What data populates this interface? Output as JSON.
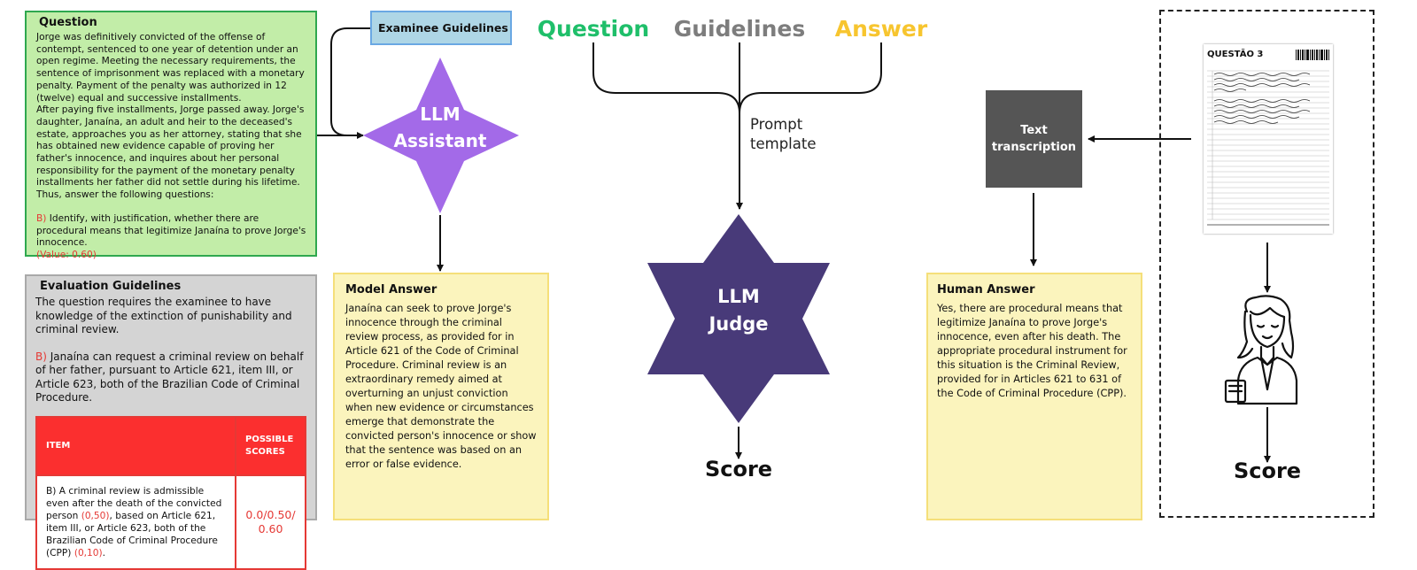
{
  "question": {
    "title": "Question",
    "text": "Jorge was definitively convicted of the offense of contempt, sentenced to one year of detention under an open regime. Meeting the necessary requirements, the sentence of imprisonment was replaced with a monetary penalty. Payment of the penalty was authorized in 12 (twelve) equal and successive installments.",
    "text2": "After paying five installments, Jorge passed away. Jorge's daughter, Janaína, an adult and heir to the deceased's estate, approaches you as her attorney, stating that she has obtained new evidence capable of proving her father's innocence, and inquires about her personal responsibility for the payment of the monetary penalty installments her father did not settle during his lifetime.",
    "text3": "Thus, answer the following questions:",
    "item_marker": "B)",
    "item_text": " Identify, with justification, whether there are procedural means that legitimize Janaína to prove Jorge's innocence.",
    "value_note": "(Value: 0.60)"
  },
  "examinee_guidelines": "Examinee Guidelines",
  "llm_assistant": [
    "LLM",
    "Assistant"
  ],
  "evaluation": {
    "title": "Evaluation Guidelines",
    "text": "The question requires the examinee to have knowledge of the extinction of punishability and criminal review.",
    "item_marker": "B)",
    "item_text": " Janaína can request a criminal review on behalf of her father, pursuant to Article 621, item III, or Article 623, both of the Brazilian Code of Criminal Procedure.",
    "table": {
      "col_item": "ITEM",
      "col_scores": "POSSIBLE SCORES",
      "row_a": "B) A criminal review is admissible even after the death of the convicted person ",
      "row_a_red": "(0,50)",
      "row_b": ", based on Article 621, item III, or Article 623, both of the Brazilian Code of Criminal Procedure (CPP) ",
      "row_b_red": "(0,10)",
      "row_end": ".",
      "scores": "0.0/0.50/ 0.60"
    }
  },
  "model_answer": {
    "title": "Model Answer",
    "text": "Janaína can seek to prove Jorge's innocence through the criminal review process, as provided for in Article 621 of the Code of Criminal Procedure. Criminal review is an extraordinary remedy aimed at overturning an unjust conviction when new evidence or circumstances emerge that demonstrate the convicted person's innocence or show that the sentence was based on an error or false evidence."
  },
  "inputs": {
    "question": "Question",
    "guidelines": "Guidelines",
    "answer": "Answer",
    "prompt_template": [
      "Prompt",
      "template"
    ]
  },
  "llm_judge": [
    "LLM",
    "Judge"
  ],
  "score_center": "Score",
  "human_answer": {
    "title": "Human Answer",
    "text": "Yes, there are procedural means that legitimize Janaína to prove Jorge's innocence, even after his death. The appropriate procedural instrument for this situation is the Criminal Review, provided for in Articles 621 to 631 of the Code of Criminal Procedure (CPP)."
  },
  "text_transcription": [
    "Text",
    "transcription"
  ],
  "score_right": "Score",
  "answer_sheet": {
    "heading": "QUESTÃO 3"
  },
  "colors": {
    "question_green": "#1fbf6a",
    "guidelines_gray": "#7d7d7d",
    "answer_yellow": "#f7c52f",
    "assistant_purple": "#a36ae8",
    "judge_purple": "#483a79",
    "accent_red": "#e53935"
  }
}
